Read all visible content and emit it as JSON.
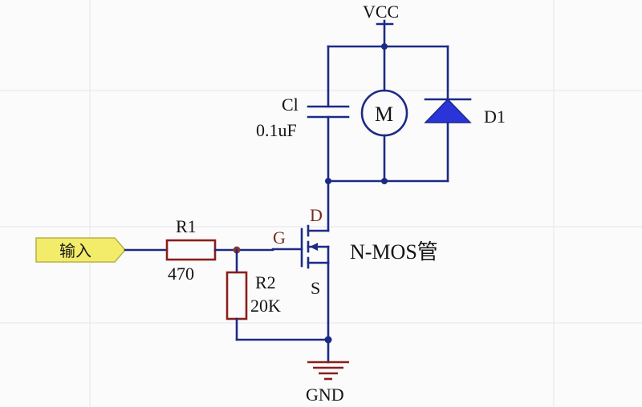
{
  "schematic": {
    "supply_label": "VCC",
    "ground_label": "GND",
    "input_port": {
      "label": "输入"
    },
    "r1": {
      "ref": "R1",
      "value": "470"
    },
    "r2": {
      "ref": "R2",
      "value": "20K"
    },
    "c1": {
      "ref": "Cl",
      "value": "0.1uF"
    },
    "motor": {
      "symbol": "M"
    },
    "diode": {
      "ref": "D1"
    },
    "mosfet": {
      "gate": "G",
      "drain": "D",
      "source": "S",
      "type_label": "N-MOS管"
    }
  },
  "colors": {
    "wire": "#1c2a86",
    "input_port_fill": "#f3ec6a",
    "input_port_border": "#b9b24a",
    "diode_fill": "#2a34d8",
    "text": "#141414",
    "background": "#fbfbfc"
  }
}
